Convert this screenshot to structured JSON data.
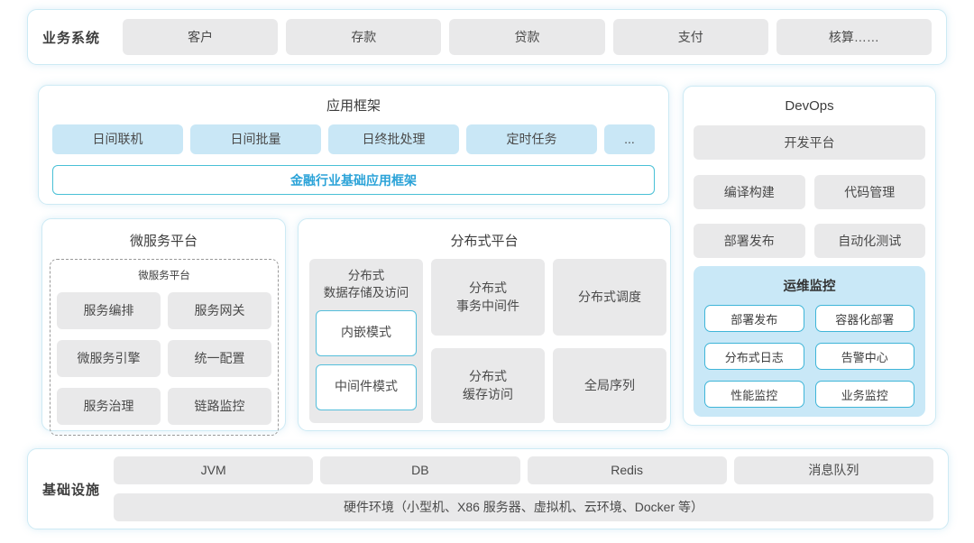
{
  "business": {
    "label": "业务系统",
    "items": [
      "客户",
      "存款",
      "贷款",
      "支付",
      "核算……"
    ]
  },
  "app_framework": {
    "title": "应用框架",
    "items": [
      "日间联机",
      "日间批量",
      "日终批处理",
      "定时任务",
      "..."
    ],
    "base_label": "金融行业基础应用框架"
  },
  "microservice": {
    "title": "微服务平台",
    "inner_title": "微服务平台",
    "items": [
      "服务编排",
      "服务网关",
      "微服务引擎",
      "统一配置",
      "服务治理",
      "链路监控"
    ]
  },
  "distributed": {
    "title": "分布式平台",
    "storage": {
      "label": "分布式\n数据存储及访问",
      "modes": [
        "内嵌模式",
        "中间件模式"
      ]
    },
    "cells": [
      "分布式\n事务中间件",
      "分布式调度",
      "分布式\n缓存访问",
      "全局序列"
    ]
  },
  "devops": {
    "title": "DevOps",
    "dev_platform": "开发平台",
    "items": [
      "编译构建",
      "代码管理",
      "部署发布",
      "自动化测试"
    ],
    "ops": {
      "title": "运维监控",
      "items": [
        "部署发布",
        "容器化部署",
        "分布式日志",
        "告警中心",
        "性能监控",
        "业务监控"
      ]
    }
  },
  "infrastructure": {
    "label": "基础设施",
    "items": [
      "JVM",
      "DB",
      "Redis",
      "消息队列"
    ],
    "hardware": "硬件环境（小型机、X86 服务器、虚拟机、云环境、Docker 等）"
  },
  "colors": {
    "light_blue_block": "#c9e7f6",
    "gray_block": "#e9e9ea",
    "panel_border": "#cdeaf4",
    "cyan_border": "#49c0d6",
    "base_text_blue": "#2ba3d8",
    "ops_panel_bg": "#c9e8f7",
    "ops_button_border": "#3fb5d8"
  }
}
